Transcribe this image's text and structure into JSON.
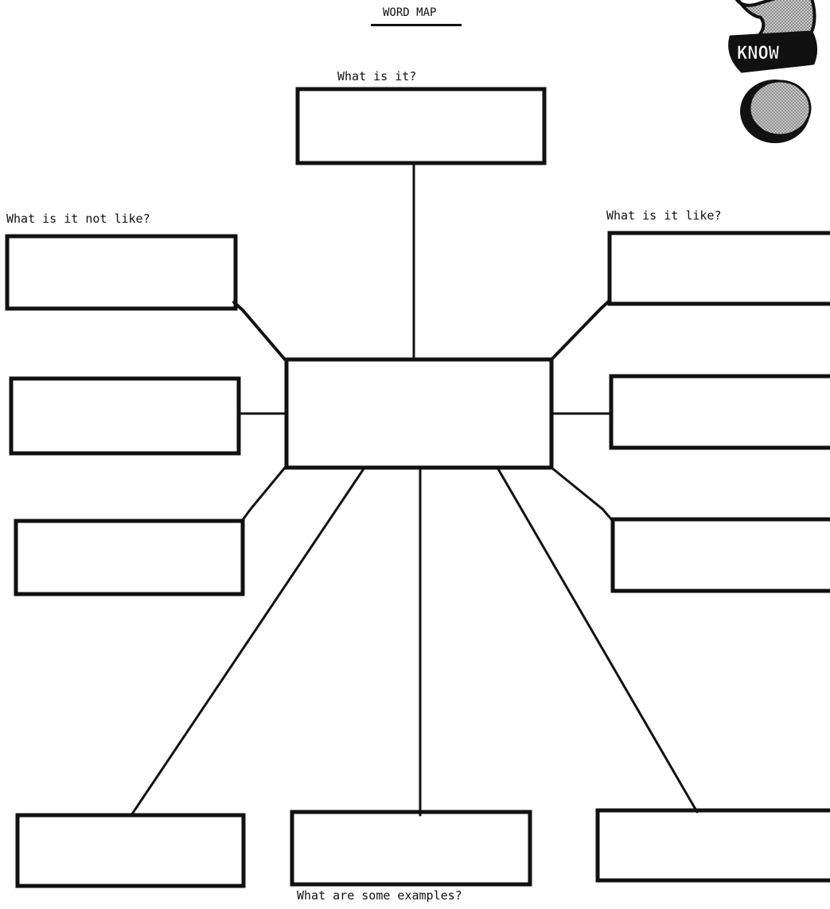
{
  "title": "WORD MAP",
  "labels": {
    "center_top": "What is it?",
    "left": "What is it not like?",
    "right": "What is it like?",
    "bottom": "What are some examples?"
  },
  "logo": {
    "text": "KNOW",
    "icon": "question-mark-icon"
  },
  "colors": {
    "ink": "#111111",
    "paper": "#ffffff",
    "logo_shade": "#9a9a9a"
  }
}
